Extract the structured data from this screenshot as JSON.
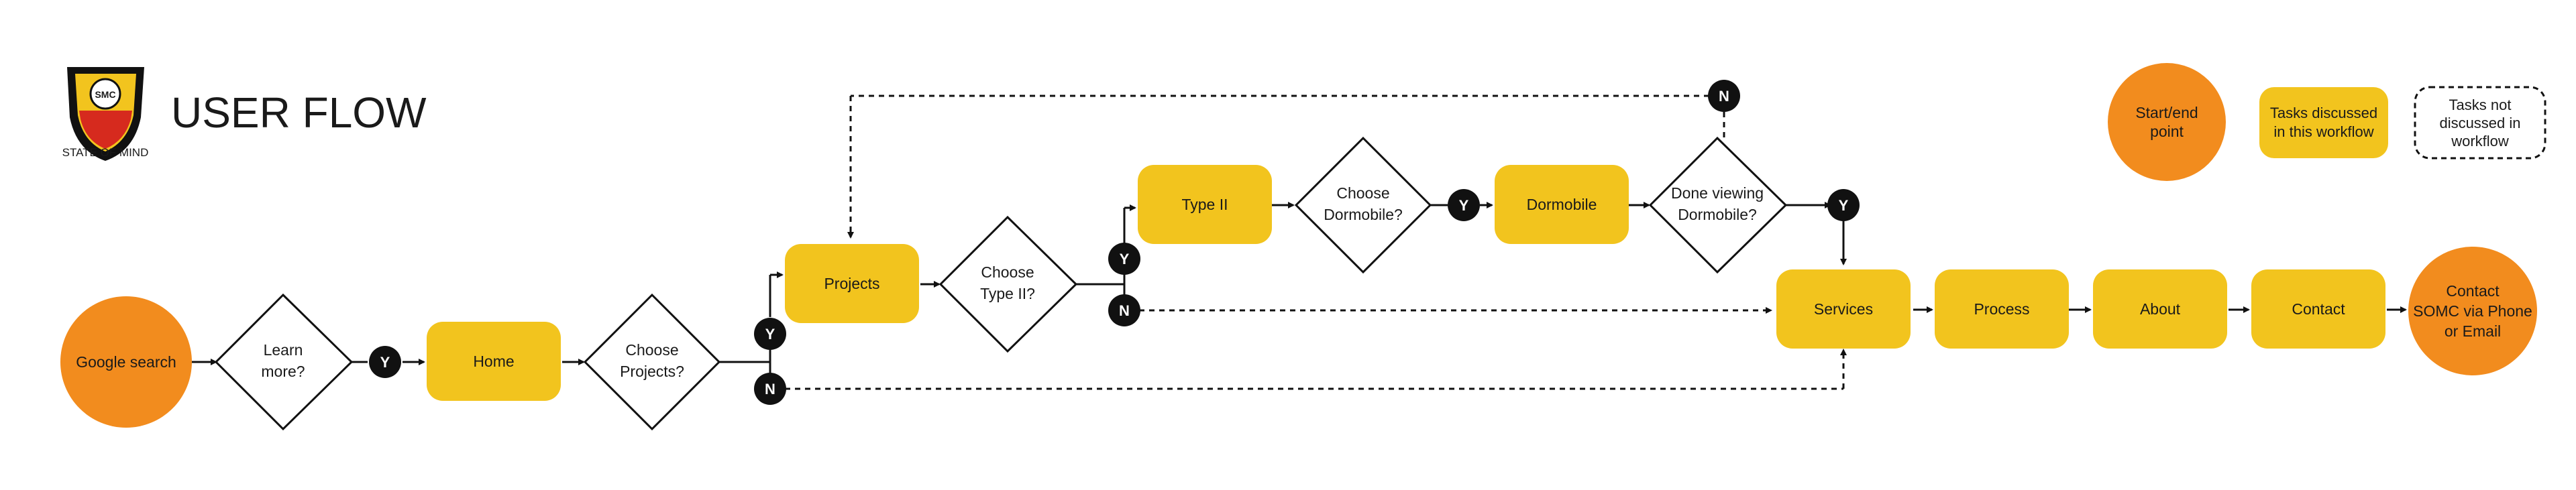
{
  "header": {
    "title": "USER FLOW",
    "logo_text": "STATE OF MIND",
    "logo_badge": "SMC"
  },
  "colors": {
    "start_end": "#F28C1E",
    "task": "#F2C41E",
    "connector": "#111111",
    "decision_fill": "#ffffff"
  },
  "legend": {
    "start_end": [
      "Start/end",
      "point"
    ],
    "task_discussed": [
      "Tasks discussed",
      "in this workflow"
    ],
    "task_not_discussed": [
      "Tasks not",
      "discussed in",
      "workflow"
    ]
  },
  "nodes": {
    "google_search": [
      "Google search"
    ],
    "learn_more": [
      "Learn",
      "more?"
    ],
    "home": [
      "Home"
    ],
    "choose_projects": [
      "Choose",
      "Projects?"
    ],
    "projects": [
      "Projects"
    ],
    "choose_type2": [
      "Choose",
      "Type II?"
    ],
    "type2": [
      "Type II"
    ],
    "choose_dormobile": [
      "Choose",
      "Dormobile?"
    ],
    "dormobile": [
      "Dormobile"
    ],
    "done_viewing": [
      "Done viewing",
      "Dormobile?"
    ],
    "services": [
      "Services"
    ],
    "process": [
      "Process"
    ],
    "about": [
      "About"
    ],
    "contact": [
      "Contact"
    ],
    "contact_somc": [
      "Contact",
      "SOMC via Phone",
      "or Email"
    ]
  },
  "badges": {
    "yes": "Y",
    "no": "N"
  }
}
